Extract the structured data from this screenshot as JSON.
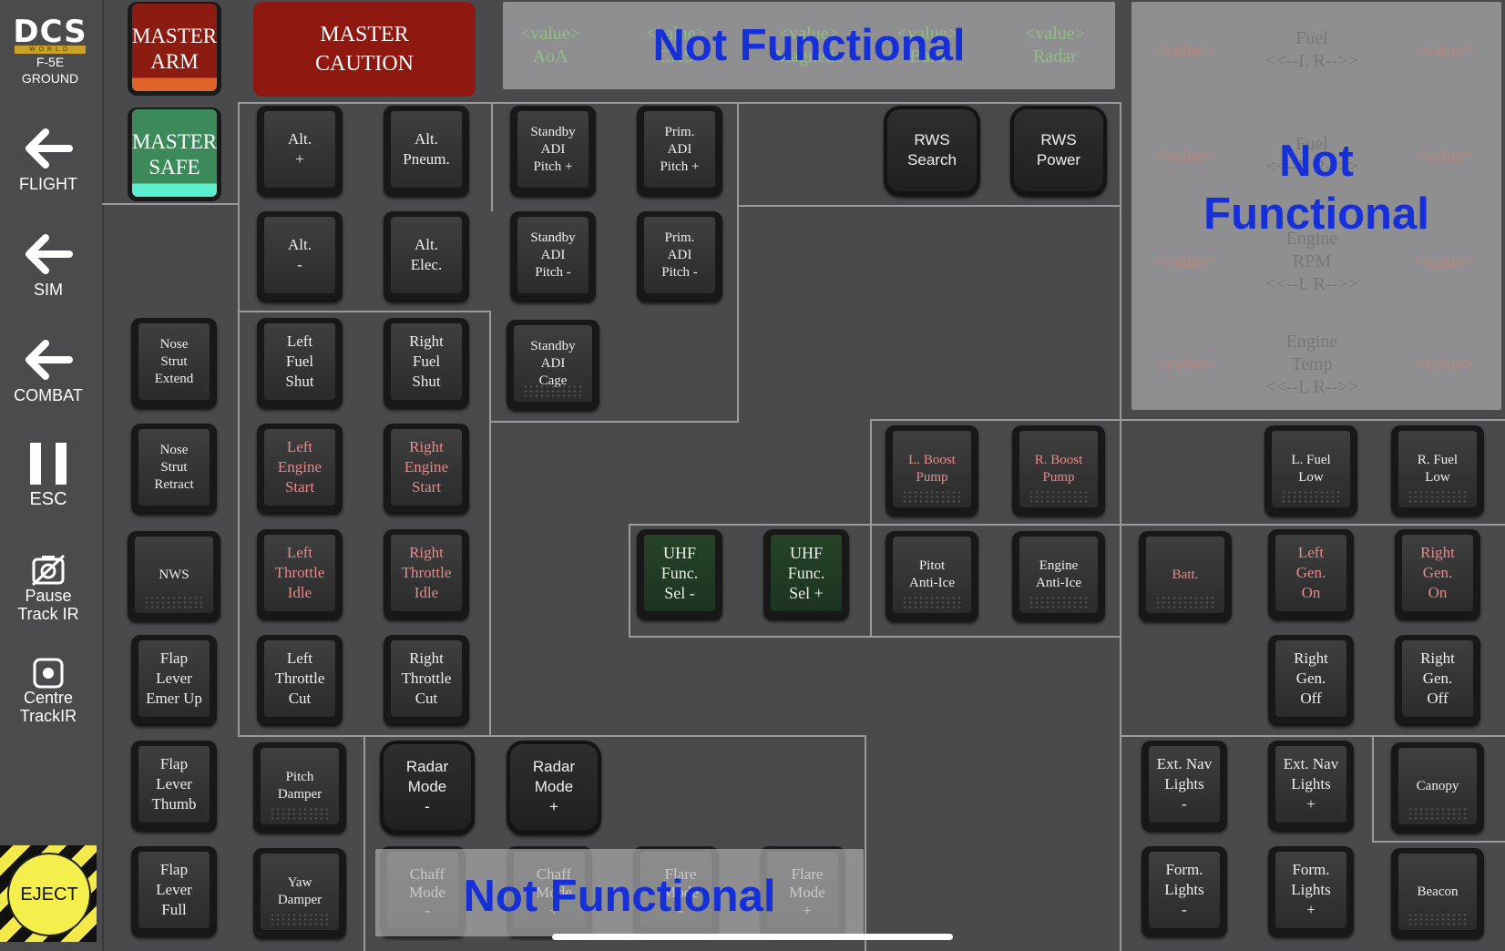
{
  "sidebar": {
    "logo": {
      "brand": "DCS",
      "subtitle": "WORLD",
      "aircraft": "F-5E",
      "mode": "GROUND"
    },
    "nav": [
      {
        "label": "FLIGHT",
        "icon": "arrow-left-icon"
      },
      {
        "label": "SIM",
        "icon": "arrow-left-icon"
      },
      {
        "label": "COMBAT",
        "icon": "arrow-left-icon"
      },
      {
        "label": "ESC",
        "icon": "pause-icon"
      },
      {
        "label": "Pause\nTrack IR",
        "icon": "camera-off-icon"
      },
      {
        "label": "Centre\nTrackIR",
        "icon": "target-icon"
      }
    ],
    "eject": "EJECT"
  },
  "master": {
    "arm": "MASTER\nARM",
    "safe": "MASTER\nSAFE",
    "caution": "MASTER\nCAUTION"
  },
  "keys": {
    "alt_plus": "Alt.\n+",
    "alt_pneum": "Alt.\nPneum.",
    "std_adi_pitch_plus": "Standby\nADI\nPitch +",
    "prim_adi_pitch_plus": "Prim.\nADI\nPitch +",
    "alt_minus": "Alt.\n-",
    "alt_elec": "Alt.\nElec.",
    "std_adi_pitch_minus": "Standby\nADI\nPitch -",
    "prim_adi_pitch_minus": "Prim.\nADI\nPitch -",
    "rws_search": "RWS\nSearch",
    "rws_power": "RWS\nPower",
    "nose_strut_extend": "Nose\nStrut\nExtend",
    "left_fuel_shut": "Left\nFuel\nShut",
    "right_fuel_shut": "Right\nFuel\nShut",
    "std_adi_cage": "Standby\nADI\nCage",
    "nose_strut_retract": "Nose\nStrut\nRetract",
    "left_engine_start": "Left\nEngine\nStart",
    "right_engine_start": "Right\nEngine\nStart",
    "l_boost_pump": "L. Boost\nPump",
    "r_boost_pump": "R. Boost\nPump",
    "l_fuel_low": "L. Fuel\nLow",
    "r_fuel_low": "R. Fuel\nLow",
    "nws": "NWS",
    "left_throttle_idle": "Left\nThrottle\nIdle",
    "right_throttle_idle": "Right\nThrottle\nIdle",
    "uhf_sel_minus": "UHF\nFunc.\nSel -",
    "uhf_sel_plus": "UHF\nFunc.\nSel +",
    "pitot_anti_ice": "Pitot\nAnti-Ice",
    "engine_anti_ice": "Engine\nAnti-Ice",
    "batt": "Batt.",
    "left_gen_on": "Left\nGen.\nOn",
    "right_gen_on": "Right\nGen.\nOn",
    "flap_lever_emer_up": "Flap\nLever\nEmer Up",
    "left_throttle_cut": "Left\nThrottle\nCut",
    "right_throttle_cut": "Right\nThrottle\nCut",
    "right_gen_off_1": "Right\nGen.\nOff",
    "right_gen_off_2": "Right\nGen.\nOff",
    "flap_lever_thumb": "Flap\nLever\nThumb",
    "pitch_damper": "Pitch\nDamper",
    "radar_mode_minus": "Radar\nMode\n-",
    "radar_mode_plus": "Radar\nMode\n+",
    "ext_nav_minus": "Ext. Nav\nLights\n-",
    "ext_nav_plus": "Ext. Nav\nLights\n+",
    "canopy": "Canopy",
    "flap_lever_full": "Flap\nLever\nFull",
    "yaw_damper": "Yaw\nDamper",
    "form_lights_minus": "Form.\nLights\n-",
    "form_lights_plus": "Form.\nLights\n+",
    "beacon": "Beacon"
  },
  "top_gauges": {
    "cells": [
      "<value>\nAoA",
      "<value>\nCAS",
      "<value>\nMagnetic",
      "<value>\nBaro",
      "<value>\nRadar"
    ],
    "overlay": "Not Functional"
  },
  "right_gauges": {
    "value": "<value>",
    "rows": [
      "Fuel\n<<--L  R-->>",
      "Fuel\n<<--L  R-->>",
      "Engine\nRPM\n<<--L  R-->>",
      "Engine\nTemp\n<<--L  R-->>"
    ],
    "overlay": "Not\nFunctional"
  },
  "bottom_disabled": {
    "cells": [
      "Chaff\nMode\n-",
      "Chaff\nMode\n+",
      "Flare\nMode\n-",
      "Flare\nMode\n+"
    ],
    "overlay": "Not Functional"
  },
  "colors": {
    "arm": "#8c1c12",
    "safe": "#3c8a5a",
    "caution": "#8f1811",
    "overlay_text": "#1530d8",
    "disabled_text_green": "#8fbf83"
  }
}
